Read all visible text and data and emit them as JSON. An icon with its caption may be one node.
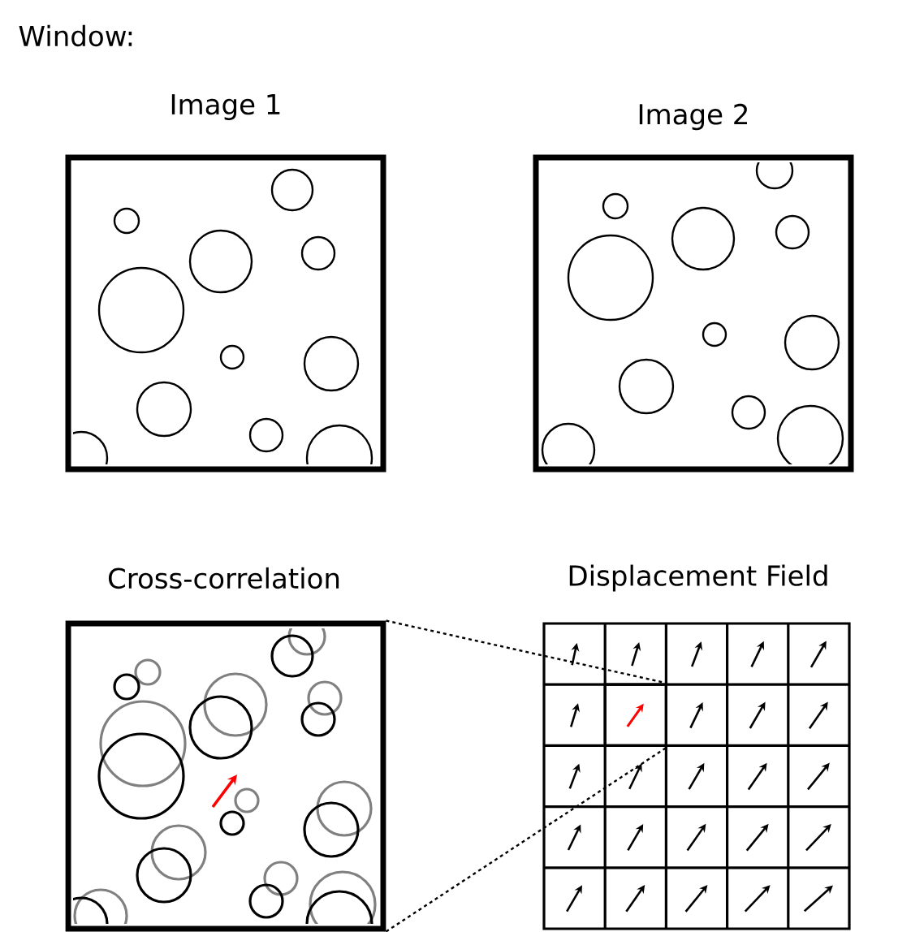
{
  "diagram": {
    "title": "Window:",
    "nodes": [
      {
        "text": [
          "Image 1"
        ]
      },
      {
        "text": [
          "Image 2"
        ]
      },
      {
        "text": [
          "Cross-correlation"
        ]
      },
      {
        "text": [
          "Displacement Field"
        ]
      },
      {
        "text": [],
        "shape": "box",
        "in": 3
      }
    ],
    "edges": [
      {
        "from": 2,
        "to": 4,
        "arrow": "none",
        "style": "dashed"
      },
      {
        "from": 2,
        "to": 4,
        "arrow": "none",
        "style": "dashed"
      }
    ]
  }
}
